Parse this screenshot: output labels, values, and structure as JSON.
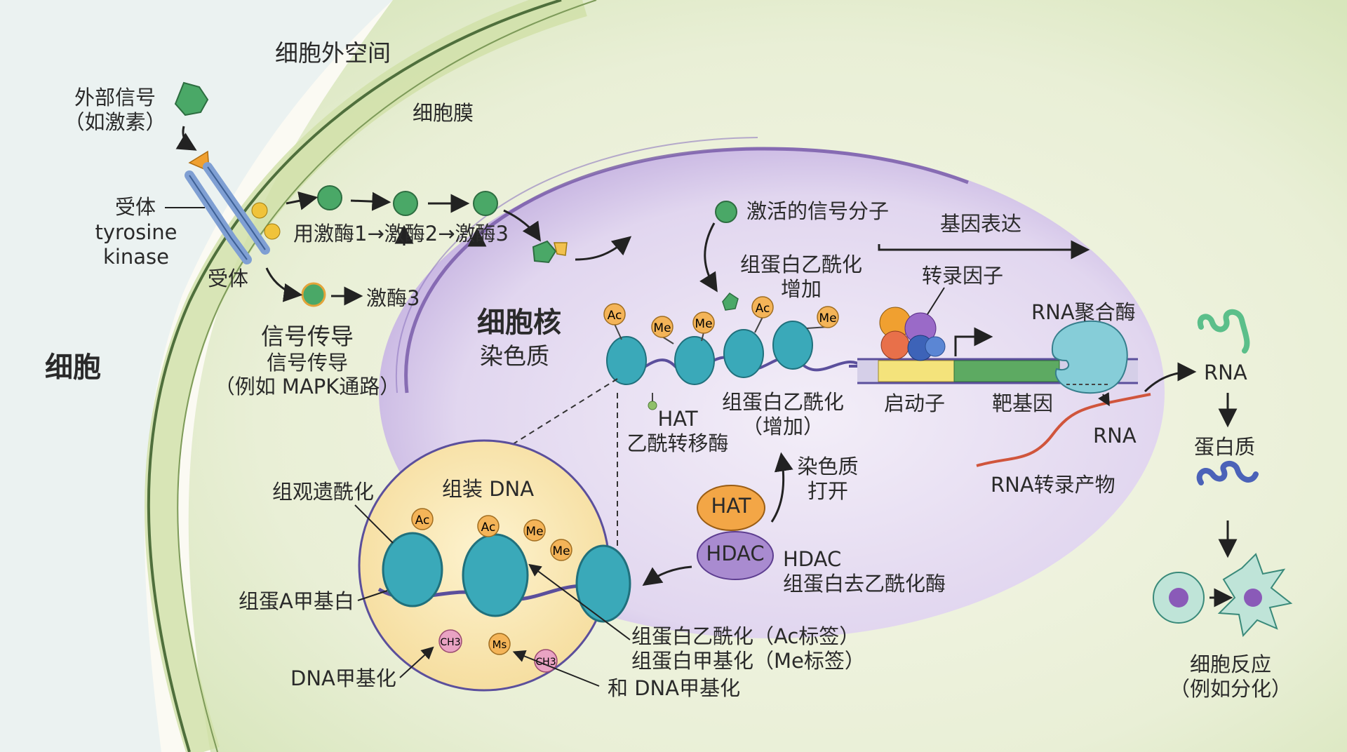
{
  "colors": {
    "background": "#fbfaf3",
    "membrane_outer": "#c5dba2",
    "membrane_line": "#4f6f3c",
    "nucleus": "#b7a2d6",
    "nucleosome": "#3aa9b9",
    "dna_strand": "#5b4f9c",
    "signal_green": "#4aa867",
    "receptor_blue": "#7f9fd3",
    "ac_tag": "#f4b458",
    "me_tag": "#f4b458",
    "ch3_tag": "#e9a3c3",
    "hat_orange": "#f3a646",
    "hdac_purple": "#a98bd0",
    "promoter_yellow": "#f4e37b",
    "target_gene_green": "#5daa62",
    "rna_polymerase": "#86cdd8",
    "rna_red": "#d0553c",
    "zoom_circle_fill": "#fbeab4"
  },
  "labels": {
    "extracellular": "细胞外空间",
    "external_signal": [
      "外部信号",
      "（如激素）"
    ],
    "membrane": "细胞膜",
    "receptor_left": "受体",
    "tyrosine_kinase": [
      "tyrosine",
      "kinase"
    ],
    "receptor_bottom": "受体",
    "kinase_chain": "用激酶1→激酶2→激酶3",
    "kinase3": "激酶3",
    "signal_transduction": [
      "信号传导",
      "信号传导",
      "（例如 MAPK通路）"
    ],
    "cell": "细胞",
    "nucleus": "细胞核",
    "chromatin": "染色质",
    "activated_signal": "激活的信号分子",
    "acetylation_increase_top": [
      "组蛋白乙酰化",
      "增加"
    ],
    "gene_expression": "基因表达",
    "transcription_factor": "转录因子",
    "rna_polymerase": "RNA聚合酶",
    "promoter": "启动子",
    "target_gene": "靶基因",
    "rna_product_short": "RNA",
    "rna_transcript": "RNA转录产物",
    "hat_enzyme": [
      "HAT",
      "乙酰转移酶"
    ],
    "acetylation_increase_mid": [
      "组蛋白乙酰化",
      "（增加）"
    ],
    "chromatin_open": [
      "染色质",
      "打开"
    ],
    "hat_button": "HAT",
    "hdac_button": "HDAC",
    "hdac_label": [
      "HDAC",
      "组蛋白去乙酰化酶"
    ],
    "assemble_dna": "组装 DNA",
    "histone_deacetylation": "组观遗酰化",
    "histone_a_methyl": "组蛋A甲基白",
    "dna_methylation": "DNA甲基化",
    "marks": [
      "组蛋白乙酰化（Ac标签）",
      "组蛋白甲基化（Me标签）",
      "和 DNA甲基化"
    ],
    "rna_right": "RNA",
    "protein": "蛋白质",
    "cell_response": [
      "细胞反应",
      "（例如分化）"
    ]
  },
  "tags": {
    "ac": "Ac",
    "me": "Me",
    "ms": "Ms",
    "ch3": "CH3"
  },
  "icons": [
    "signal-molecule-icon",
    "receptor-icon",
    "kinase-icon",
    "nucleosome-icon",
    "arrow-icon",
    "rna-strand-icon",
    "protein-icon",
    "cell-icon",
    "transcription-factor-icon",
    "rna-polymerase-icon"
  ]
}
